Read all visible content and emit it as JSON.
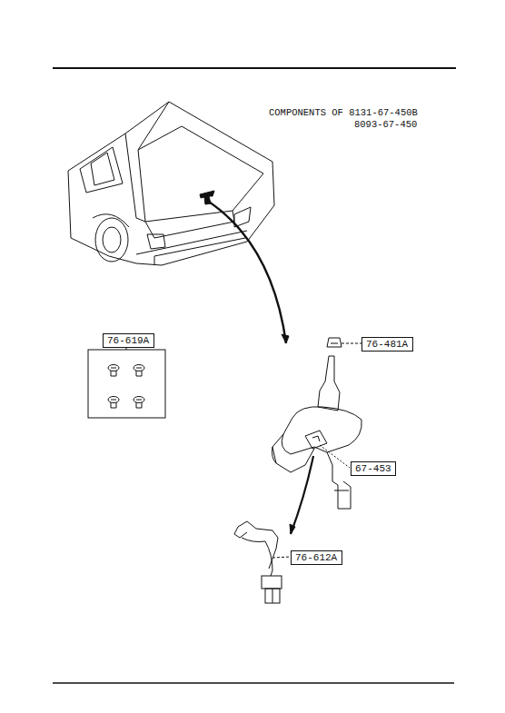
{
  "diagram": {
    "nodes": [
      {
        "text": [
          "76-619A"
        ]
      },
      {
        "text": [
          "76-481A"
        ]
      },
      {
        "text": [
          "67-453"
        ]
      },
      {
        "text": [
          "76-612A"
        ]
      }
    ],
    "edges": [],
    "labels": [
      "COMPONENTS OF 8131-67-450B",
      "8093-67-450"
    ]
  }
}
